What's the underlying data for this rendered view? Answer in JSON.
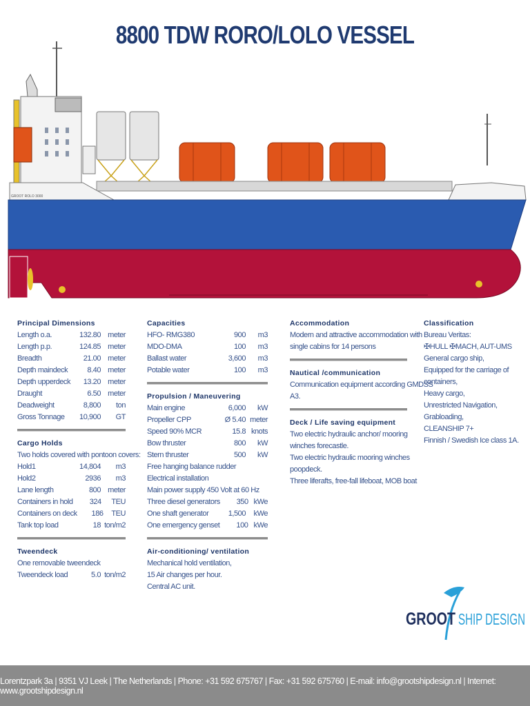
{
  "title": "8800 TDW RORO/LOLO VESSEL",
  "ship_label": "GROOT ROLO 3000",
  "colors": {
    "title": "#1f3a70",
    "hull_blue": "#2a5bb0",
    "hull_red": "#b3123a",
    "cargo_orange": "#e0541a",
    "footer": "#8b8b8b",
    "logo_dark": "#1d2e5c",
    "logo_light": "#2aa0d8"
  },
  "columns": [
    {
      "sections": [
        {
          "heading": "Principal Dimensions",
          "rows": [
            {
              "label": "Length o.a.",
              "value": "132.80",
              "unit": "meter"
            },
            {
              "label": "Length p.p.",
              "value": "124.85",
              "unit": "meter"
            },
            {
              "label": "Breadth",
              "value": "21.00",
              "unit": "meter"
            },
            {
              "label": "Depth maindeck",
              "value": "8.40",
              "unit": "meter"
            },
            {
              "label": "Depth upperdeck",
              "value": "13.20",
              "unit": "meter"
            },
            {
              "label": "Draught",
              "value": "6.50",
              "unit": "meter"
            },
            {
              "label": "Deadweight",
              "value": "8,800",
              "unit": "ton"
            },
            {
              "label": "Gross Tonnage",
              "value": "10,900",
              "unit": "GT"
            }
          ]
        },
        {
          "heading": "Cargo Holds",
          "rows": [
            {
              "text": "Two holds covered with pontoon covers:"
            },
            {
              "label": "Hold1",
              "value": "14,804",
              "unit": "m3"
            },
            {
              "label": "Hold2",
              "value": "2936",
              "unit": "m3"
            },
            {
              "label": "Lane length",
              "value": "800",
              "unit": "meter"
            },
            {
              "label": "Containers in hold",
              "value": "324",
              "unit": "TEU"
            },
            {
              "label": "Containers on deck",
              "value": "186",
              "unit": "TEU"
            },
            {
              "label": "Tank top load",
              "value": "18",
              "unit": "ton/m2"
            }
          ]
        },
        {
          "heading": "Tweendeck",
          "rows": [
            {
              "text": "One removable tweendeck"
            },
            {
              "label": "Tweendeck load",
              "value": "5.0",
              "unit": "ton/m2"
            }
          ]
        }
      ]
    },
    {
      "sections": [
        {
          "heading": "Capacities",
          "rows": [
            {
              "label": "HFO- RMG380",
              "value": "900",
              "unit": "m3"
            },
            {
              "label": "MDO-DMA",
              "value": "100",
              "unit": "m3"
            },
            {
              "label": "Ballast water",
              "value": "3,600",
              "unit": "m3"
            },
            {
              "label": "Potable water",
              "value": "100",
              "unit": "m3"
            }
          ]
        },
        {
          "heading": "Propulsion / Maneuvering",
          "rows": [
            {
              "label": "Main engine",
              "value": "6,000",
              "unit": "kW"
            },
            {
              "label": "Propeller CPP",
              "value": "Ø 5.40",
              "unit": "meter"
            },
            {
              "label": "Speed 90% MCR",
              "value": "15.8",
              "unit": "knots"
            },
            {
              "label": "Bow thruster",
              "value": "800",
              "unit": "kW"
            },
            {
              "label": "Stern thruster",
              "value": "500",
              "unit": "kW"
            },
            {
              "text": "Free hanging balance rudder"
            },
            {
              "text": "Electrical installation"
            },
            {
              "text": "Main power supply 450 Volt at 60 Hz"
            },
            {
              "label": "Three diesel generators",
              "value": "350",
              "unit": "kWe"
            },
            {
              "label": "One shaft generator",
              "value": "1,500",
              "unit": "kWe"
            },
            {
              "label": "One emergency genset",
              "value": "100",
              "unit": "kWe"
            }
          ]
        },
        {
          "heading": "Air-conditioning/ ventilation",
          "rows": [
            {
              "text": "Mechanical hold ventilation,"
            },
            {
              "text": "15 Air changes per hour."
            },
            {
              "text": "Central AC unit."
            }
          ]
        }
      ]
    },
    {
      "sections": [
        {
          "heading": "Accommodation",
          "rows": [
            {
              "text": "Modern and attractive accommodation with"
            },
            {
              "text": "single cabins for 14 persons"
            }
          ]
        },
        {
          "heading": "Nautical /communication",
          "rows": [
            {
              "text": "Communication equipment according GMDSS"
            },
            {
              "text": "A3."
            }
          ]
        },
        {
          "heading": "Deck / Life saving equipment",
          "rows": [
            {
              "text": "Two electric hydraulic anchor/ mooring"
            },
            {
              "text": "winches forecastle."
            },
            {
              "text": "Two electric hydraulic mooring winches"
            },
            {
              "text": "poopdeck."
            },
            {
              "text": "Three liferafts, free-fall lifeboat, MOB boat"
            }
          ]
        }
      ]
    },
    {
      "sections": [
        {
          "heading": "Classification",
          "rows": [
            {
              "text": "Bureau Veritas:"
            },
            {
              "text": "✠HULL ✠MACH, AUT-UMS"
            },
            {
              "text": "General cargo ship,"
            },
            {
              "text": "Equipped for the carriage of"
            },
            {
              "text": "containers,"
            },
            {
              "text": "Heavy cargo,"
            },
            {
              "text": "Unrestricted Navigation,"
            },
            {
              "text": "Grabloading,"
            },
            {
              "text": "CLEANSHIP 7+"
            },
            {
              "text": "Finnish / Swedish Ice class 1A."
            }
          ]
        }
      ]
    }
  ],
  "logo": {
    "word1": "GROOT",
    "word2": "SHIP DESIGN"
  },
  "footer": "Lorentzpark 3a | 9351 VJ Leek | The Netherlands | Phone: +31 592 675767 | Fax: +31 592 675760 | E-mail: info@grootshipdesign.nl | Internet: www.grootshipdesign.nl"
}
